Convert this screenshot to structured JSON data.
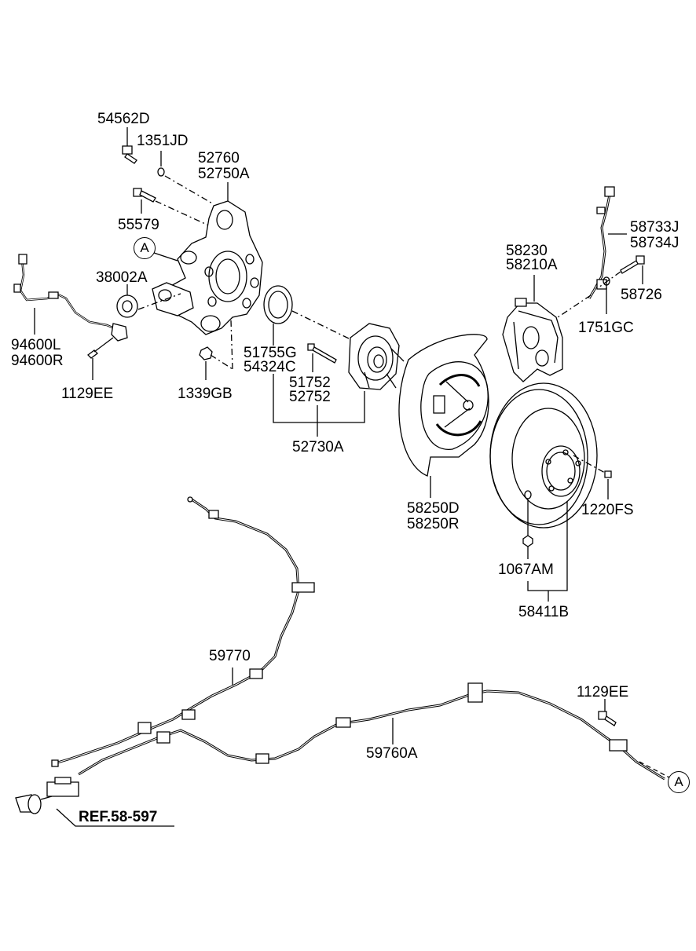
{
  "parts": {
    "p54562D": "54562D",
    "p1351JD": "1351JD",
    "p52760": "52760",
    "p52750A": "52750A",
    "p55579": "55579",
    "p38002A": "38002A",
    "p94600L": "94600L",
    "p94600R": "94600R",
    "p1129EE_a": "1129EE",
    "p1339GB": "1339GB",
    "p51755G": "51755G",
    "p54324C": "54324C",
    "p51752": "51752",
    "p52752": "52752",
    "p52730A": "52730A",
    "p58230": "58230",
    "p58210A": "58210A",
    "p58733J": "58733J",
    "p58734J": "58734J",
    "p58726": "58726",
    "p1751GC": "1751GC",
    "p58250D": "58250D",
    "p58250R": "58250R",
    "p1220FS": "1220FS",
    "p1067AM": "1067AM",
    "p58411B": "58411B",
    "p59770": "59770",
    "p59760A": "59760A",
    "p1129EE_b": "1129EE"
  },
  "callouts": {
    "a_top": "A",
    "a_bottom": "A"
  },
  "reference": "REF.58-597"
}
